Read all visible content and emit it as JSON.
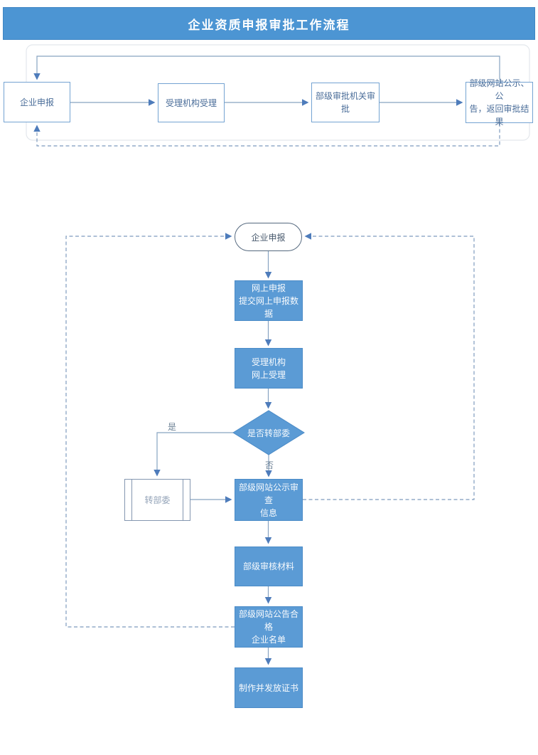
{
  "title": "企业资质申报审批工作流程",
  "top_flow": {
    "nodes": [
      {
        "label": "企业申报"
      },
      {
        "label": "受理机构受理"
      },
      {
        "label": "部级审批机关审批"
      },
      {
        "label": "部级网站公示、公\n告，返回审批结果"
      }
    ]
  },
  "detail_flow": {
    "start_label": "企业申报",
    "steps_before_decision": [
      {
        "label": "网上申报\n提交网上申报数据"
      },
      {
        "label": "受理机构\n网上受理"
      }
    ],
    "decision": {
      "label": "是否转部委",
      "yes": "是",
      "no": "否"
    },
    "subprocess_label": "转部委",
    "steps_after_decision": [
      {
        "label": "部级网站公示审查\n信息"
      },
      {
        "label": "部级审核材料"
      },
      {
        "label": "部级网站公告合格\n企业名单"
      },
      {
        "label": "制作并发放证书"
      }
    ]
  },
  "colors": {
    "header_bg": "#4c95d3",
    "process_fill": "#5b9bd5",
    "process_border": "#4b8bc7",
    "white_node_border": "#74a3d2",
    "white_node_text": "#4a6d99",
    "connector": "#87a3c1",
    "arrowhead": "#4e7cbb"
  }
}
